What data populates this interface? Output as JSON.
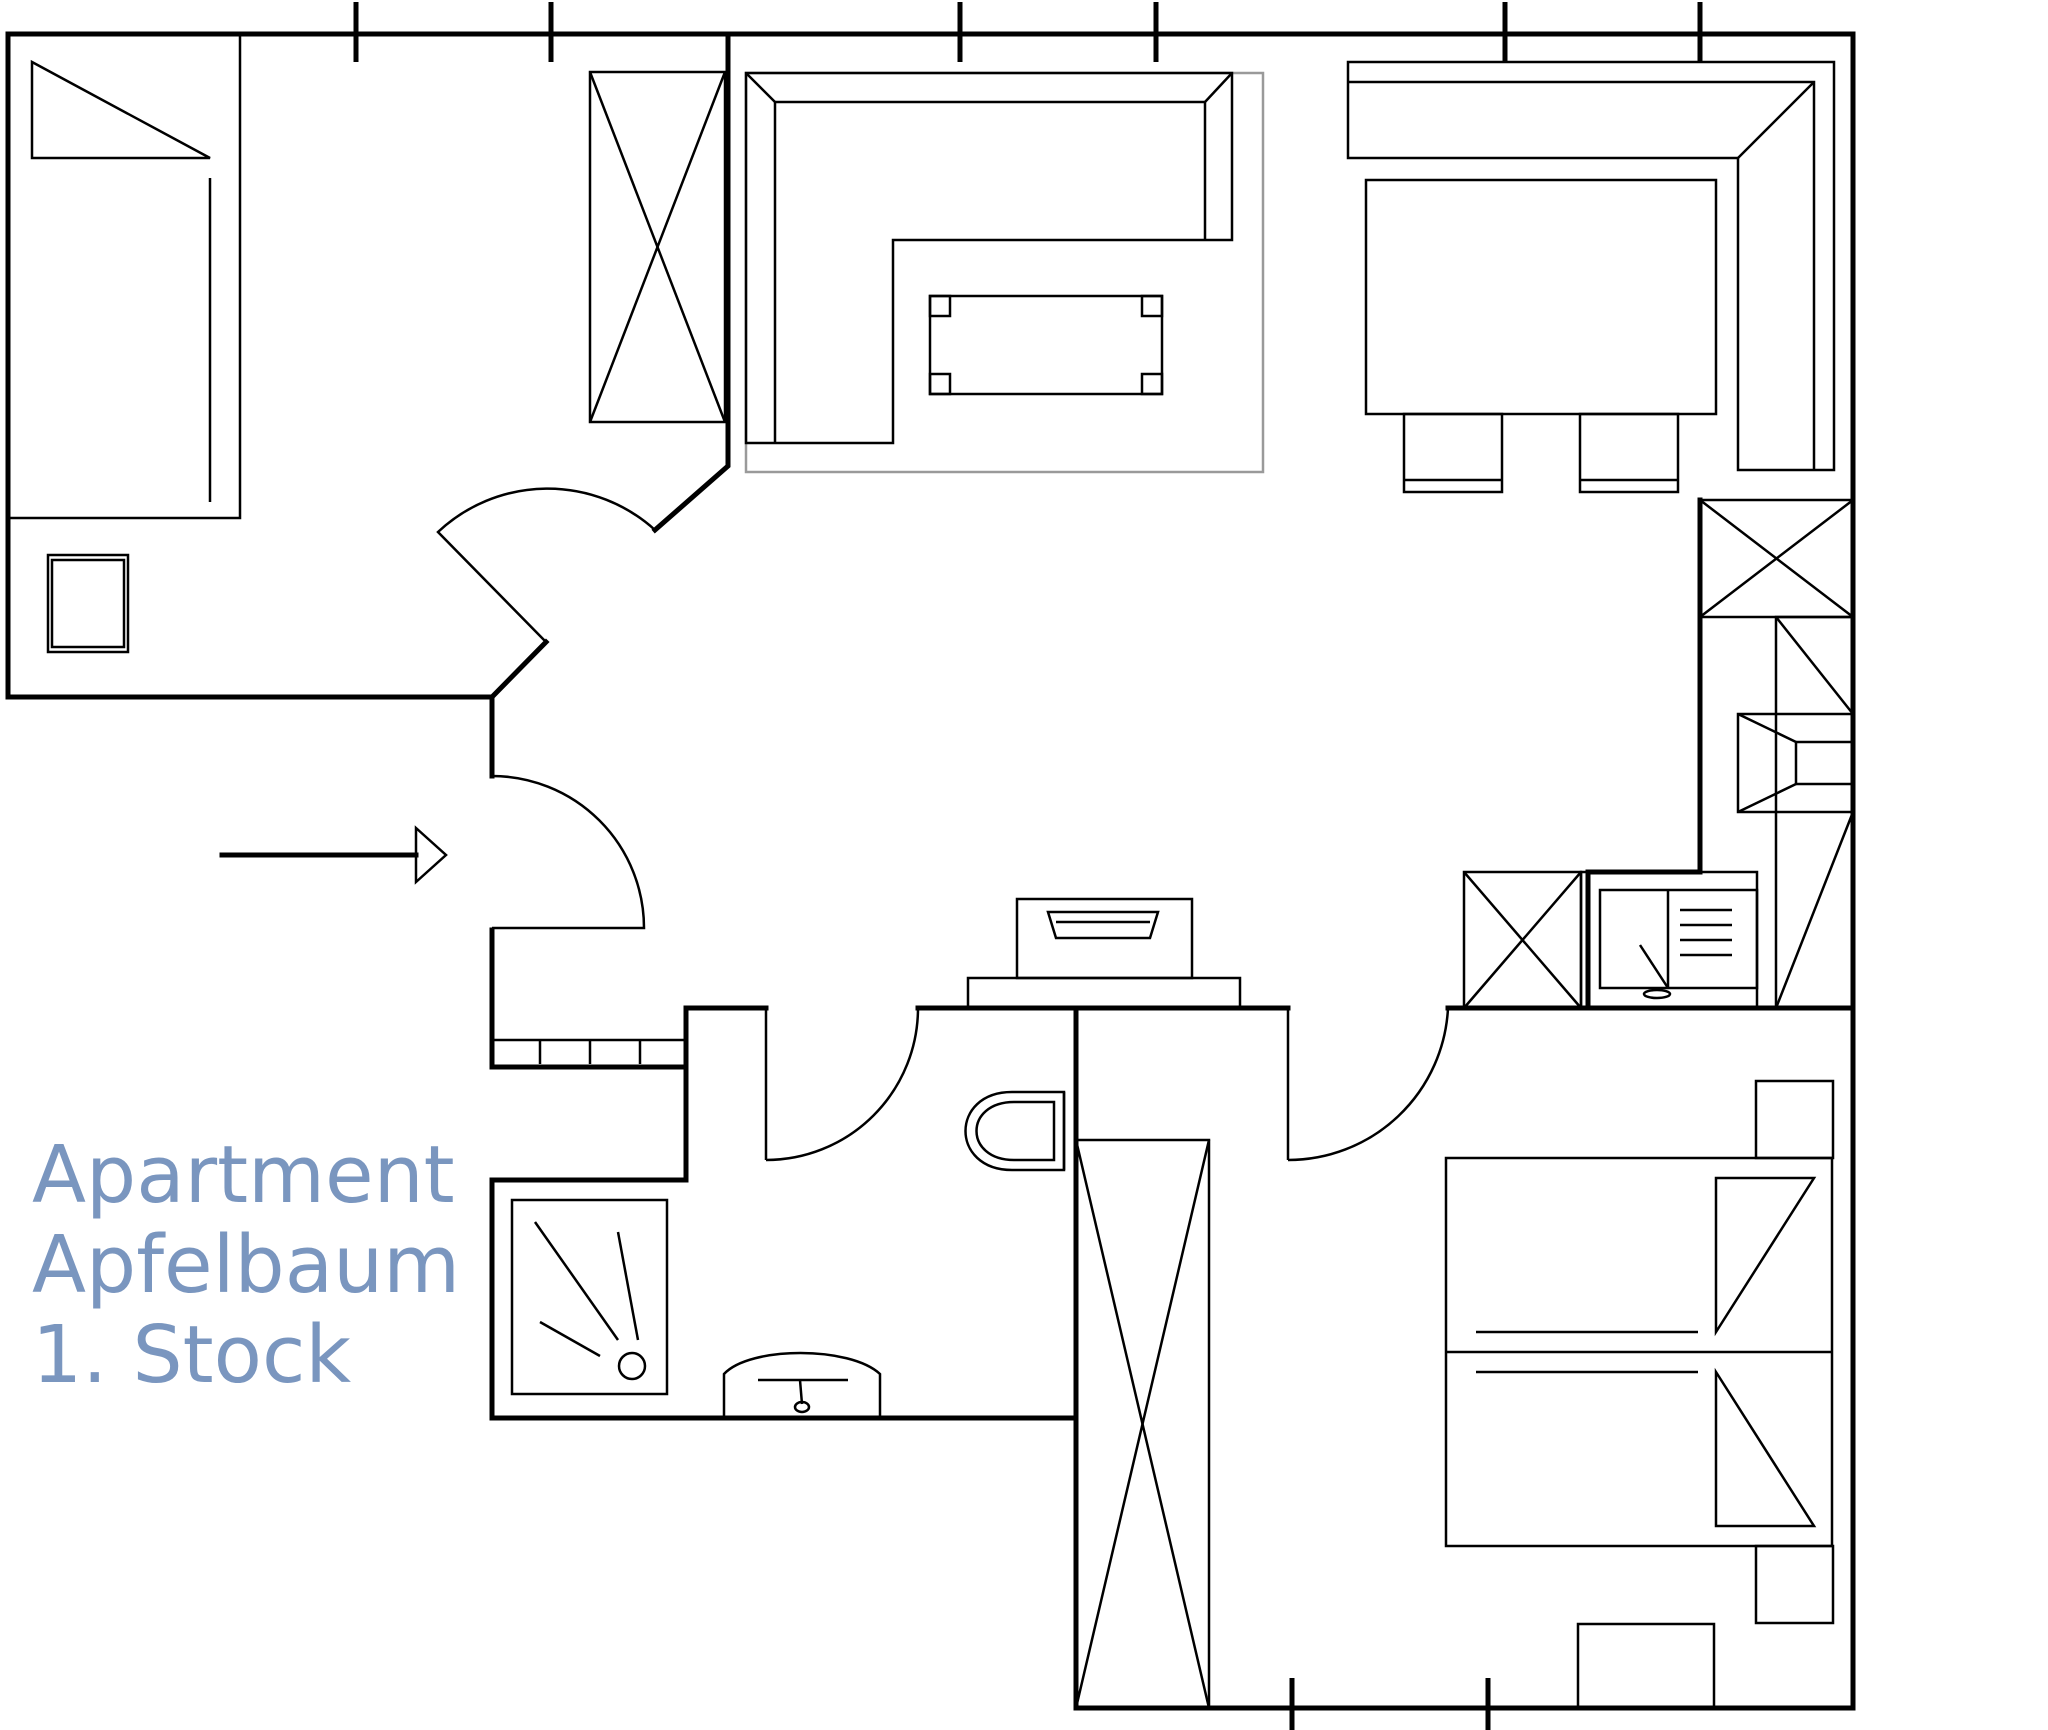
{
  "label": {
    "lines": [
      "Apartment",
      "Apfelbaum",
      "1. Stock"
    ],
    "color": "#7a96bf"
  },
  "plan": {
    "line_color": "#000000",
    "accent_grey": "#9a9a9a"
  }
}
